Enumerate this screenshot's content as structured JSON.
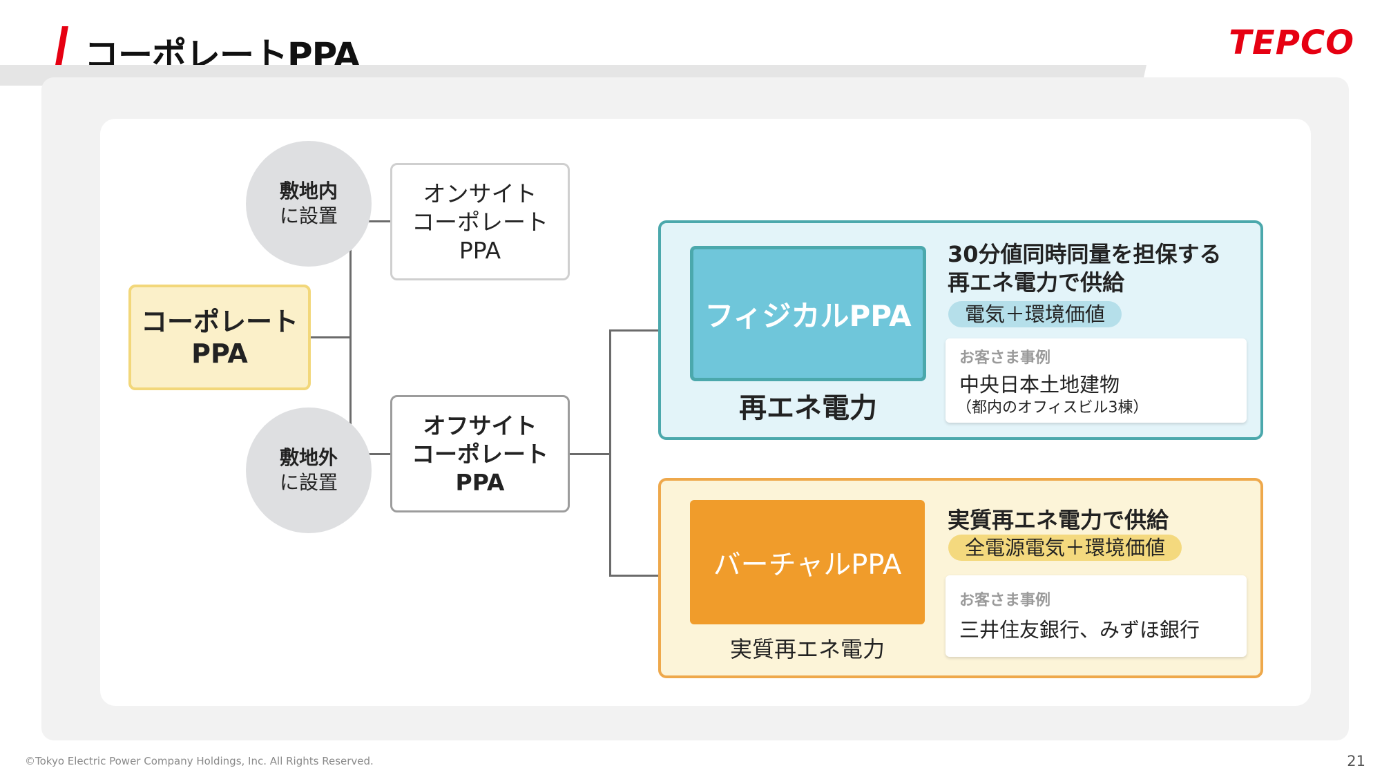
{
  "header": {
    "title": "コーポレートPPA",
    "logo": "TEPCO",
    "accent_color": "#e60012"
  },
  "diagram": {
    "root": {
      "line1": "コーポレート",
      "line2": "PPA"
    },
    "onsite_circle": {
      "line1": "敷地内",
      "line2": "に設置"
    },
    "offsite_circle": {
      "line1": "敷地外",
      "line2": "に設置"
    },
    "onsite": {
      "line1": "オンサイト",
      "line2": "コーポレート",
      "line3": "PPA"
    },
    "offsite": {
      "line1": "オフサイト",
      "line2": "コーポレート",
      "line3": "PPA"
    },
    "physical": {
      "label": "フィジカルPPA",
      "caption": "再エネ電力",
      "heading_line1": "30分値同時同量を担保する",
      "heading_line2": "再エネ電力で供給",
      "tag": "電気＋環境価値",
      "case_label": "お客さま事例",
      "case_name": "中央日本土地建物",
      "case_note": "（都内のオフィスビル3棟）",
      "colors": {
        "border": "#4ba8ac",
        "fill": "#6fc6da",
        "bg": "#e3f4f9"
      }
    },
    "virtual": {
      "label": "バーチャルPPA",
      "caption": "実質再エネ電力",
      "heading": "実質再エネ電力で供給",
      "tag": "全電源電気＋環境価値",
      "case_label": "お客さま事例",
      "case_name": "三井住友銀行、みずほ銀行",
      "colors": {
        "border": "#eea84b",
        "fill": "#f09c2b",
        "bg": "#fcf4d8"
      }
    }
  },
  "footer": {
    "copyright": "©Tokyo Electric Power Company Holdings, Inc. All Rights Reserved.",
    "page_number": "21"
  }
}
